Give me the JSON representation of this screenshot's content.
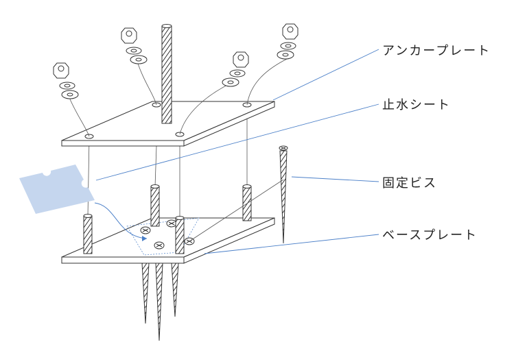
{
  "labels": {
    "anchor_plate": "アンカープレート",
    "waterproof_sheet": "止水シート",
    "fixing_screw": "固定ビス",
    "base_plate": "ベースプレート"
  },
  "colors": {
    "leader": "#4a7fc8",
    "sheet": "#c5d6ee",
    "stroke": "#333333"
  }
}
